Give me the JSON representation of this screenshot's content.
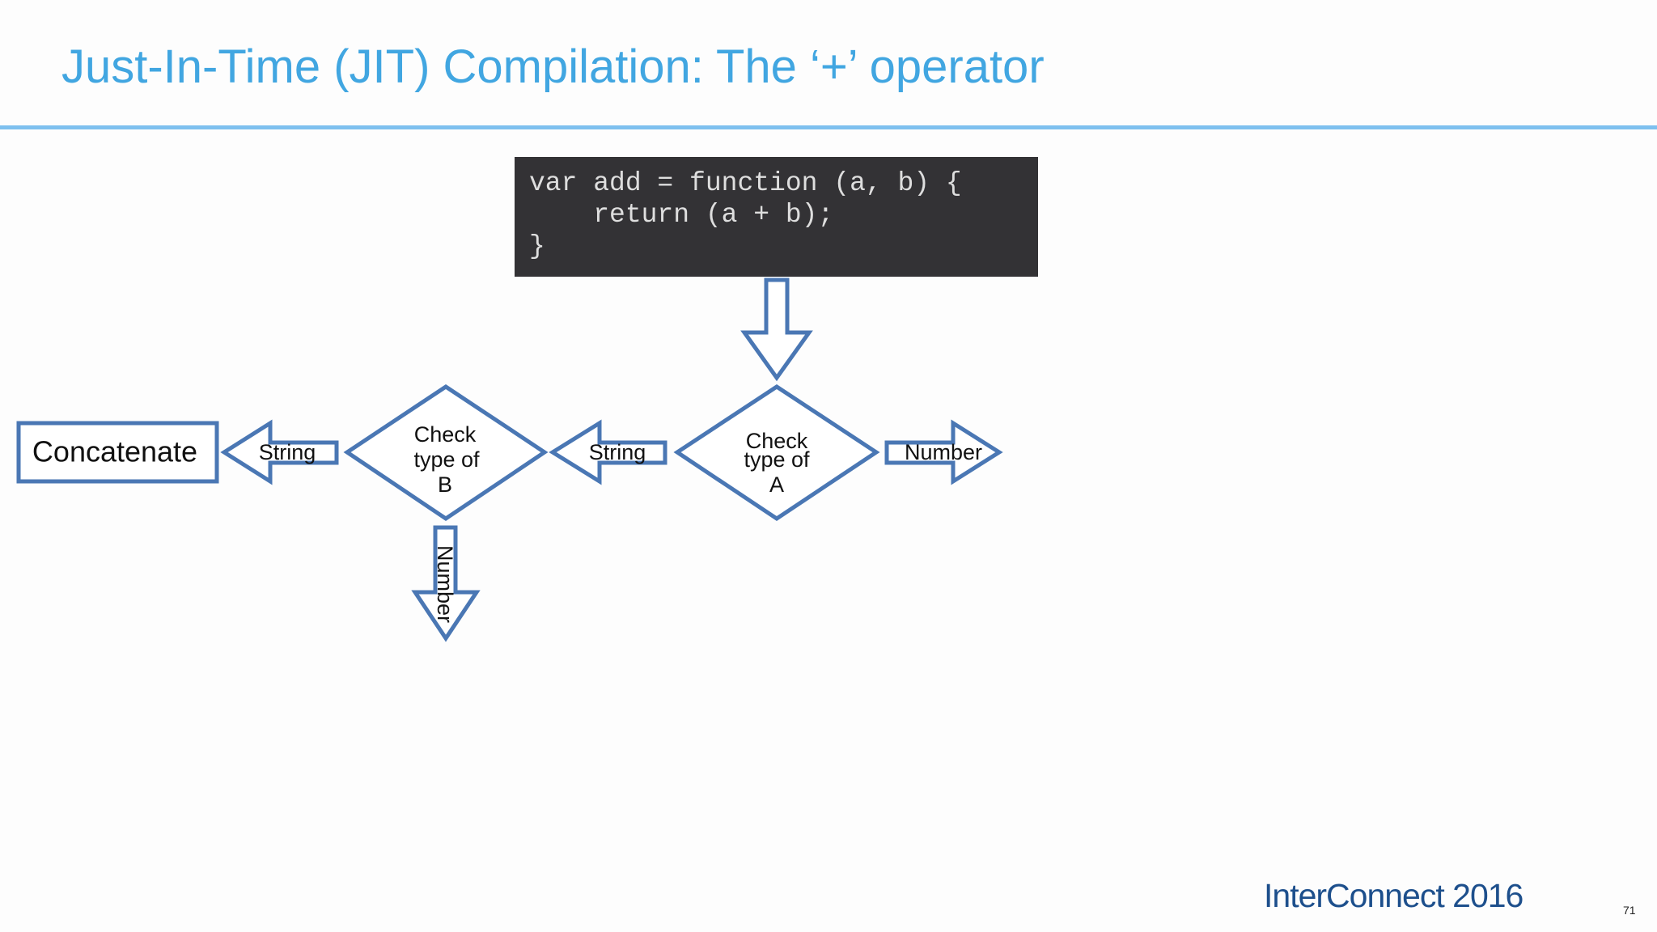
{
  "slide": {
    "title": "Just-In-Time (JIT) Compilation: The ‘+’ operator",
    "brand": "InterConnect 2016",
    "page_number": "71"
  },
  "code": {
    "lines": [
      "var add = function (a, b) {",
      "    return (a + b);",
      "}"
    ]
  },
  "diagram": {
    "decision_a": [
      "Check",
      "type of",
      "A"
    ],
    "decision_b": [
      "Check",
      "type of",
      "B"
    ],
    "arrow_a_string": "String",
    "arrow_a_number": "Number",
    "arrow_b_string": "String",
    "arrow_b_number": "Number",
    "concatenate": "Concatenate"
  },
  "colors": {
    "title": "#41a6e1",
    "rule": "#7ec0ef",
    "shape_stroke": "#4a77b4",
    "code_background": "#333235",
    "code_text": "#dedede",
    "brand": "#1d4f8c"
  }
}
